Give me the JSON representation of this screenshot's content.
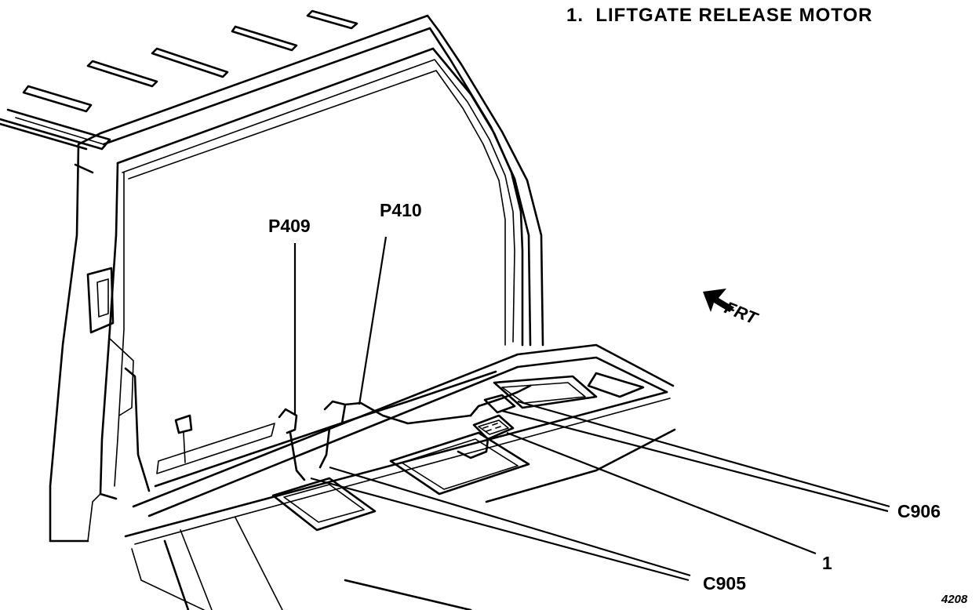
{
  "legend": {
    "item_1": "1.  LIFTGATE RELEASE MOTOR"
  },
  "callouts": {
    "p409": "P409",
    "p410": "P410",
    "c905": "C905",
    "c906": "C906",
    "item_1": "1"
  },
  "direction": {
    "label": "FRT",
    "icon": "front-arrow-icon"
  },
  "figure_number": "4208"
}
